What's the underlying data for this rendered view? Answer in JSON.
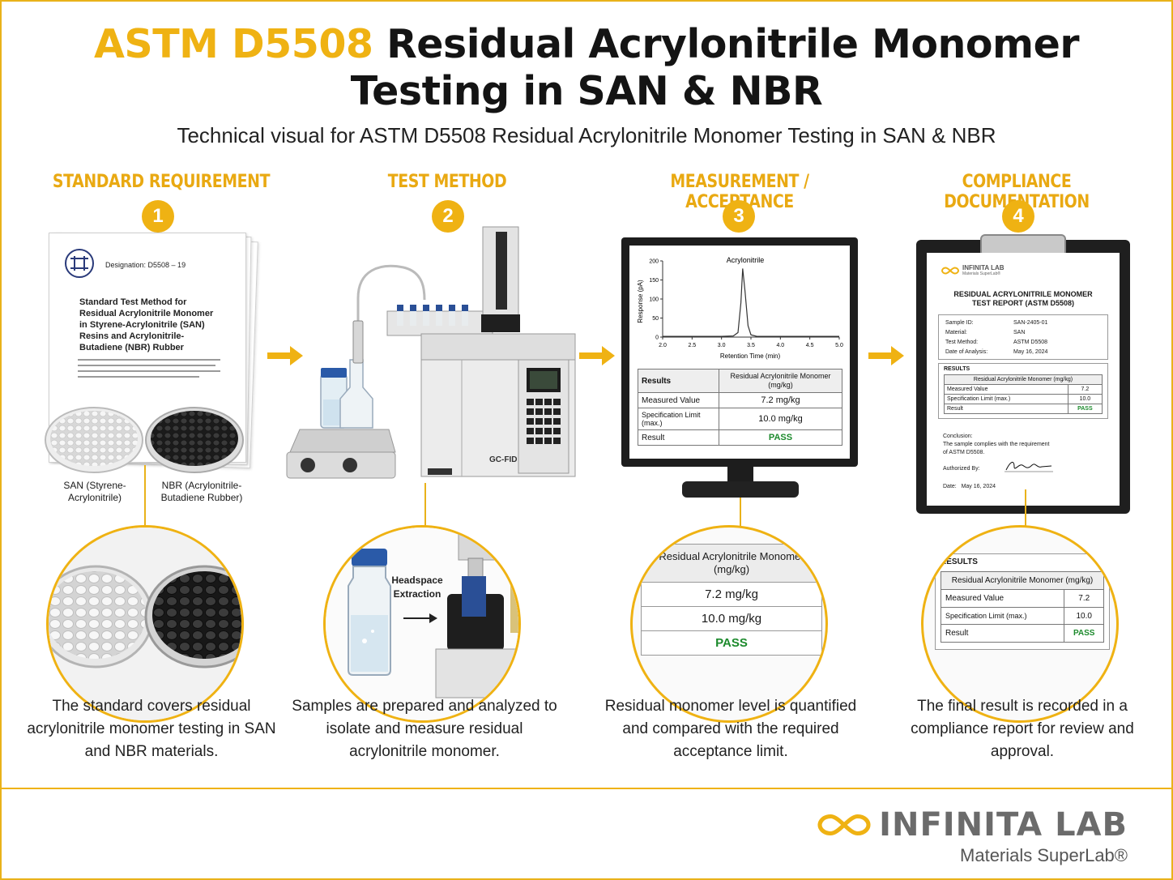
{
  "header": {
    "title_accent": "ASTM D5508",
    "title_rest": " Residual Acrylonitrile Monomer",
    "title_line2": "Testing in SAN & NBR",
    "subtitle": "Technical visual for ASTM D5508 Residual Acrylonitrile Monomer Testing in SAN & NBR"
  },
  "colors": {
    "accent": "#efb213",
    "pass": "#1c8a2c",
    "logo_grey": "#6b6b6b"
  },
  "steps": [
    {
      "number": "1",
      "heading": "STANDARD REQUIREMENT",
      "caption": "The standard covers residual acrylonitrile monomer testing in SAN and NBR materials."
    },
    {
      "number": "2",
      "heading": "TEST METHOD",
      "caption": "Samples are prepared and analyzed to isolate and measure residual acrylonitrile monomer."
    },
    {
      "number": "3",
      "heading": "MEASUREMENT / ACCEPTANCE",
      "caption": "Residual monomer level is quantified and compared with the required acceptance limit."
    },
    {
      "number": "4",
      "heading": "COMPLIANCE DOCUMENTATION",
      "caption": "The final result is recorded in a compliance report for review and approval."
    }
  ],
  "standard_doc": {
    "designation": "Designation: D5508 – 19",
    "title_lines": [
      "Standard Test Method for",
      "Residual Acrylonitrile Monomer",
      "in Styrene-Acrylonitrile (SAN)",
      "Resins and Acrylonitrile-",
      "Butadiene (NBR) Rubber"
    ],
    "logo_icon": "astm-logo-icon"
  },
  "samples": {
    "san_label_1": "SAN (Styrene-",
    "san_label_2": "Acrylonitrile)",
    "nbr_label_1": "NBR (Acrylonitrile-",
    "nbr_label_2": "Butadiene Rubber)"
  },
  "instrument": {
    "label": "GC-FID",
    "headspace_1": "Headspace",
    "headspace_2": "Extraction"
  },
  "chart_data": {
    "type": "line",
    "title": "Acrylonitrile",
    "xlabel": "Retention Time (min)",
    "ylabel": "Response (pA)",
    "xlim": [
      2.0,
      5.0
    ],
    "ylim": [
      0,
      200
    ],
    "x_ticks": [
      "2.0",
      "2.5",
      "3.0",
      "3.5",
      "4.0",
      "4.5",
      "5.0"
    ],
    "y_ticks": [
      "0",
      "50",
      "100",
      "150",
      "200"
    ],
    "series": [
      {
        "x": [
          2.0,
          3.0,
          3.2,
          3.28,
          3.33,
          3.36,
          3.4,
          3.45,
          3.5,
          3.6,
          4.0,
          5.0
        ],
        "y": [
          2,
          2,
          3,
          12,
          90,
          180,
          120,
          30,
          6,
          2,
          2,
          2
        ]
      }
    ]
  },
  "monitor_table": {
    "header_left": "Results",
    "header_right_1": "Residual Acrylonitrile Monomer",
    "header_right_2": "(mg/kg)",
    "rows": [
      {
        "label": "Measured Value",
        "value": "7.2 mg/kg"
      },
      {
        "label": "Specification Limit (max.)",
        "value": "10.0 mg/kg"
      },
      {
        "label": "Result",
        "value": "PASS"
      }
    ]
  },
  "zoom_measure": {
    "header_1": "Residual Acrylonitrile Monomer",
    "header_2": "(mg/kg)",
    "values": [
      "7.2 mg/kg",
      "10.0 mg/kg",
      "PASS"
    ]
  },
  "report": {
    "brand": "INFINITA LAB",
    "brand_tag": "Materials SuperLab®",
    "title_1": "RESIDUAL ACRYLONITRILE MONOMER",
    "title_2": "TEST REPORT (ASTM D5508)",
    "fields": [
      {
        "label": "Sample ID:",
        "value": "SAN-2405-01"
      },
      {
        "label": "Material:",
        "value": "SAN"
      },
      {
        "label": "Test Method:",
        "value": "ASTM D5508"
      },
      {
        "label": "Date of Analysis:",
        "value": "May 16, 2024"
      }
    ],
    "results_label": "RESULTS",
    "results_header": "Residual Acrylonitrile Monomer (mg/kg)",
    "rows": [
      {
        "label": "Measured Value",
        "value": "7.2"
      },
      {
        "label": "Specification Limit (max.)",
        "value": "10.0"
      },
      {
        "label": "Result",
        "value": "PASS"
      }
    ],
    "conclusion_label": "Conclusion:",
    "conclusion_1": "The sample complies with the requirement",
    "conclusion_2": "of ASTM D5508.",
    "authorized_label": "Authorized By:",
    "date_label": "Date:",
    "date_value": "May 16, 2024"
  },
  "zoom_report": {
    "results_label": "RESULTS",
    "header": "Residual Acrylonitrile Monomer (mg/kg)",
    "rows": [
      {
        "label": "Measured Value",
        "value": "7.2"
      },
      {
        "label": "Specification Limit (max.)",
        "value": "10.0"
      },
      {
        "label": "Result",
        "value": "PASS"
      }
    ]
  },
  "footer": {
    "logo_name": "INFINITA LAB",
    "logo_tag": "Materials SuperLab®",
    "logo_icon": "infinity-icon"
  }
}
